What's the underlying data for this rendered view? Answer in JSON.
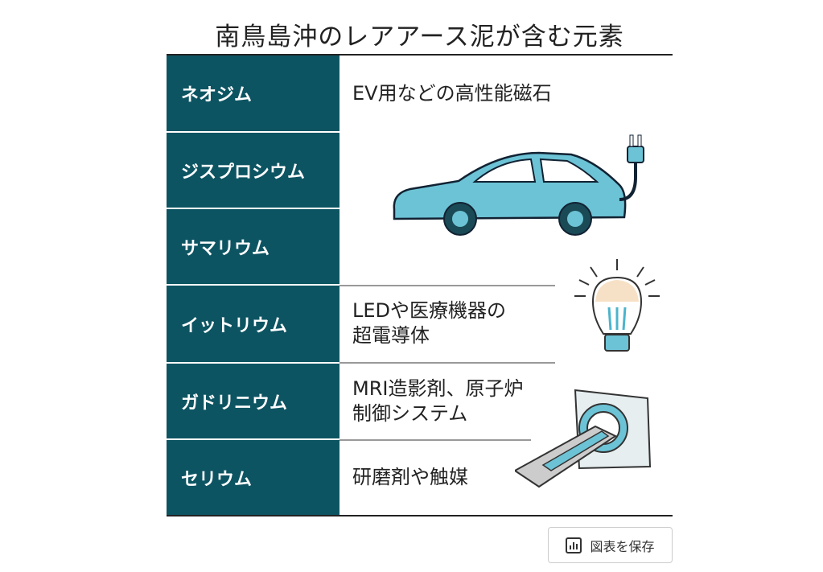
{
  "title": "南鳥島沖のレアアース泥が含む元素",
  "elements": [
    {
      "name": "ネオジム"
    },
    {
      "name": "ジスプロシウム"
    },
    {
      "name": "サマリウム"
    },
    {
      "name": "イットリウム"
    },
    {
      "name": "ガドリニウム"
    },
    {
      "name": "セリウム"
    }
  ],
  "uses": [
    {
      "lines": [
        "EV用などの高性能磁石"
      ]
    },
    {
      "lines": [
        "LEDや医療機器の",
        "超電導体"
      ]
    },
    {
      "lines": [
        "MRI造影剤、原子炉",
        "制御システム"
      ]
    },
    {
      "lines": [
        "研磨剤や触媒"
      ]
    }
  ],
  "save_button": {
    "label": "図表を保存",
    "icon": "bar-chart-icon"
  },
  "colors": {
    "element_bg": "#0d5462",
    "illustration": "#6cc3d5"
  }
}
